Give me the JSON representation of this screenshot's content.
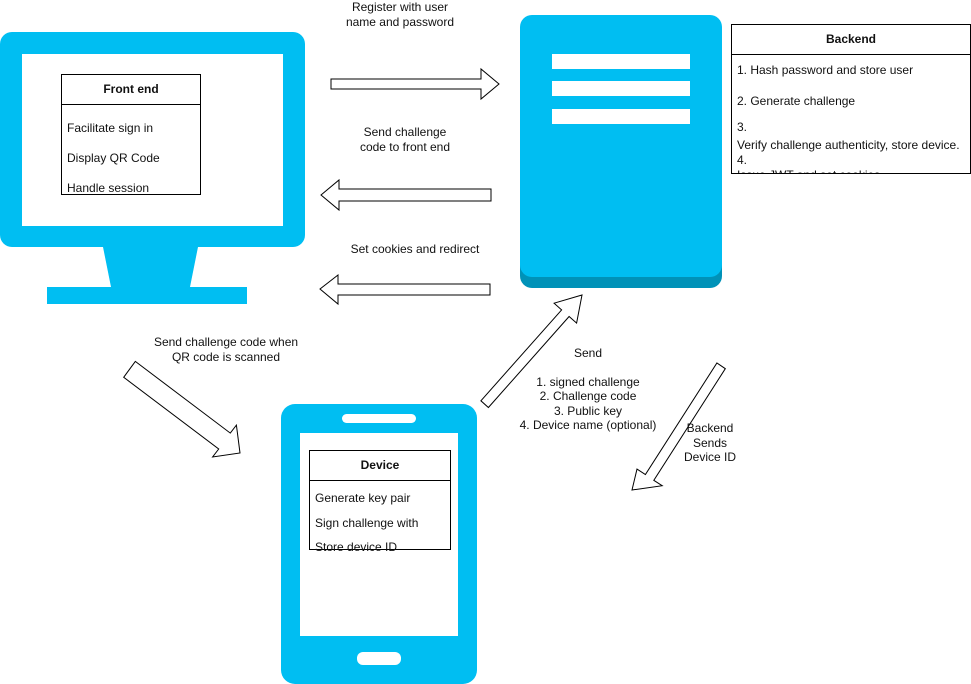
{
  "colors": {
    "device_blue": "#00BEF2",
    "server_base": "#0092B8",
    "line": "#000000",
    "background": "#FFFFFF"
  },
  "icons": {
    "monitor": "desktop-monitor-icon",
    "server": "server-icon",
    "phone": "smartphone-icon"
  },
  "frontend": {
    "title": "Front end",
    "items": [
      "Facilitate sign in",
      "Display QR Code",
      "Handle session"
    ]
  },
  "backend": {
    "title": "Backend",
    "items": [
      "1. Hash password and store user",
      "2. Generate challenge",
      "3.",
      "Verify challenge authenticity, store device.",
      "4.",
      "Issue JWT and set cookies"
    ]
  },
  "device": {
    "title": "Device",
    "items": [
      "Generate key pair",
      "Sign challenge with",
      "Store device ID"
    ]
  },
  "arrows": {
    "register": {
      "line1": "Register with user",
      "line2": "name and password"
    },
    "send_challenge": {
      "line1": "Send challenge",
      "line2": "code to front end"
    },
    "set_cookies": {
      "line1": "Set cookies and redirect"
    },
    "scan": {
      "line1": "Send challenge code when",
      "line2": "QR code is scanned"
    },
    "device_send": {
      "title": "Send",
      "items": [
        "1. signed challenge",
        "2. Challenge code",
        "3. Public key",
        "4. Device name (optional)"
      ]
    },
    "backend_sends": {
      "line1": "Backend",
      "line2": "Sends",
      "line3": "Device ID"
    }
  }
}
